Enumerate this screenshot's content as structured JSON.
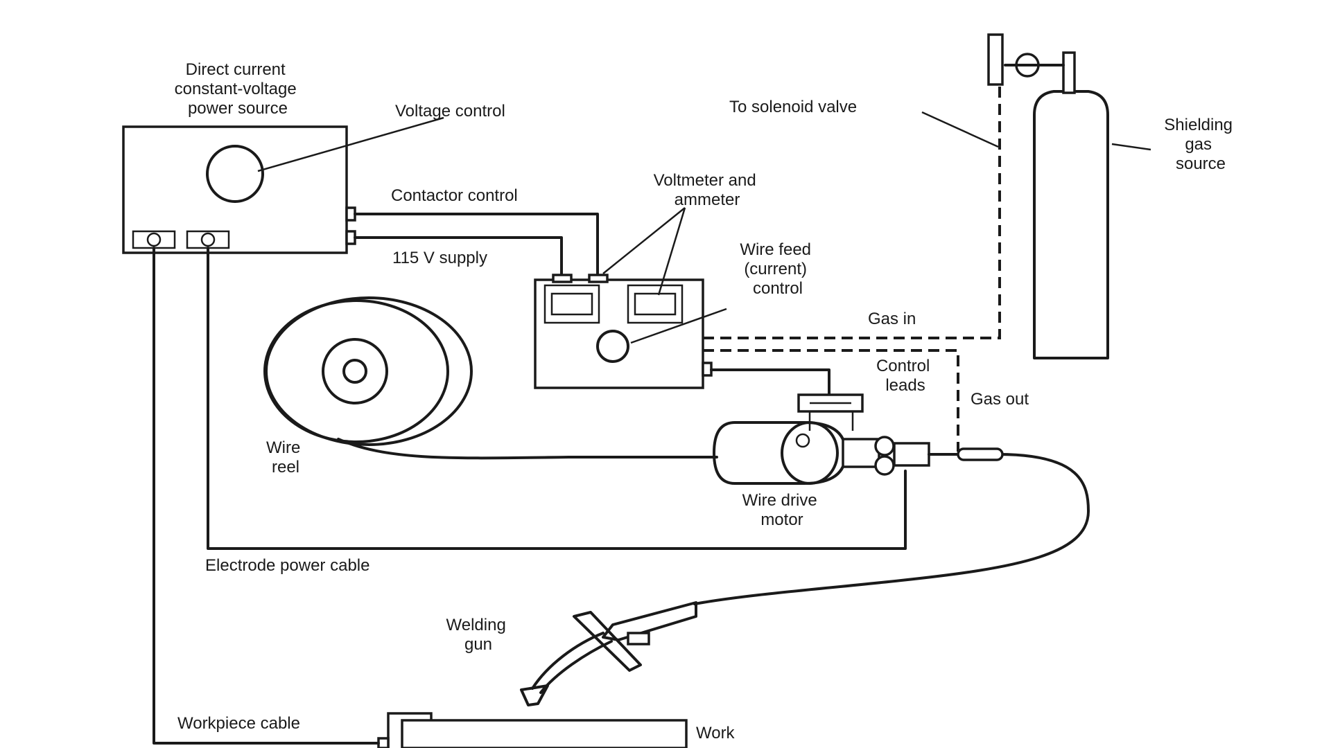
{
  "labels": {
    "power_source": [
      "Direct current",
      "constant-voltage",
      "power source"
    ],
    "voltage_control": "Voltage control",
    "contactor_control": "Contactor control",
    "supply_115v": "115 V supply",
    "voltmeter_ammeter": [
      "Voltmeter and",
      "ammeter"
    ],
    "wire_feed_control": [
      "Wire feed",
      "(current)",
      "control"
    ],
    "to_solenoid_valve": "To solenoid valve",
    "shielding_gas_source": [
      "Shielding",
      "gas",
      "source"
    ],
    "gas_in": "Gas in",
    "control_leads": [
      "Control",
      "leads"
    ],
    "gas_out": "Gas out",
    "wire_reel": [
      "Wire",
      "reel"
    ],
    "wire_drive_motor": [
      "Wire drive",
      "motor"
    ],
    "electrode_power_cable": "Electrode power cable",
    "welding_gun": [
      "Welding",
      "gun"
    ],
    "workpiece_cable": "Workpiece cable",
    "work": "Work"
  }
}
